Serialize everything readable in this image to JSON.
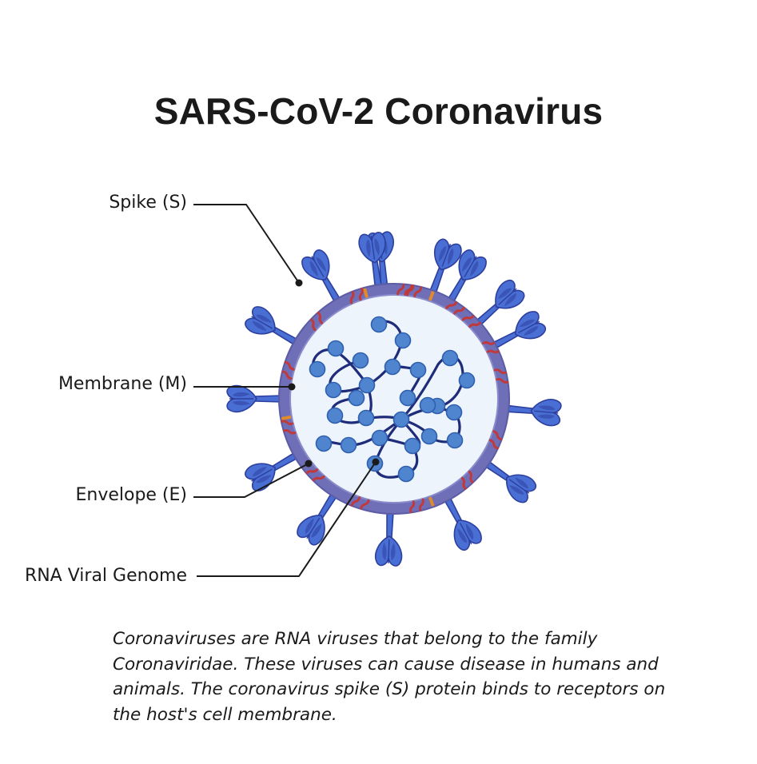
{
  "title": "SARS-CoV-2 Coronavirus",
  "labels": {
    "spike": "Spike (S)",
    "membrane": "Membrane (M)",
    "envelope": "Envelope (E)",
    "rna": "RNA Viral Genome"
  },
  "description": "Coronaviruses are RNA viruses that belong to the family Coronaviridae. These viruses can cause disease in humans and animals. The coronavirus spike (S) protein binds to receptors on the host's cell membrane.",
  "colors": {
    "spike": "#4a6fd4",
    "spike_dark": "#2d3f9e",
    "membrane_ring": "#6f6fb8",
    "membrane_protein": "#c0393b",
    "envelope_protein": "#e08a2a",
    "interior": "#eef4fc",
    "rna_strand": "#1f2c7a",
    "nucleocapsid": "#4f84cf",
    "leader_line": "#1a1a1a"
  },
  "icons": {
    "spike": "spike-protein-icon",
    "membrane": "membrane-protein-icon",
    "envelope": "envelope-protein-icon",
    "rna": "nucleocapsid-icon"
  }
}
